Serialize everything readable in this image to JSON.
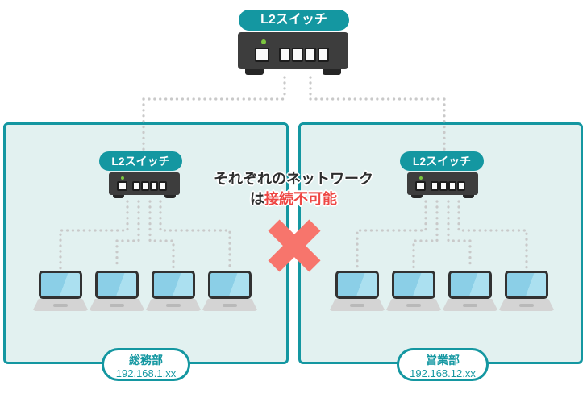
{
  "diagram": {
    "top_switch": {
      "label": "L2スイッチ"
    },
    "annotation": {
      "line1": "それぞれのネットワーク",
      "line2_prefix": "は",
      "line2_highlight": "接続不可能"
    },
    "groups": [
      {
        "switch_label": "L2スイッチ",
        "department": "総務部",
        "subnet": "192.168.1.xx"
      },
      {
        "switch_label": "L2スイッチ",
        "department": "営業部",
        "subnet": "192.168.12.xx"
      }
    ],
    "colors": {
      "teal": "#1497a1",
      "box_fill": "#e2f1f0",
      "dot": "#c9c9c9",
      "switch_body": "#3d3d3d",
      "led": "#7cc63f",
      "screen_blue": "#8bcfe7",
      "cross": "#f7756c",
      "highlight_red": "#ee4744"
    }
  }
}
